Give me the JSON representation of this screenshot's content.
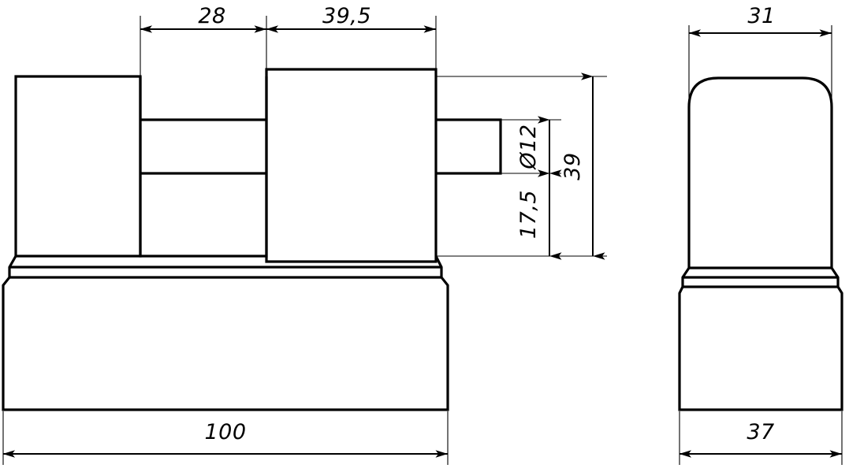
{
  "drawing": {
    "title": "Mechanical part orthographic drawing",
    "view_count": 2,
    "line_color": "#000000",
    "background_color": "#ffffff",
    "units": "mm"
  },
  "views": {
    "front": {
      "name": "front-elevation-view",
      "dimensions": {
        "top_left": {
          "label": "28",
          "value": 28,
          "orientation": "horizontal"
        },
        "top_right": {
          "label": "39,5",
          "value": 39.5,
          "orientation": "horizontal"
        },
        "bottom": {
          "label": "100",
          "value": 100,
          "orientation": "horizontal"
        },
        "boss_diameter": {
          "label": "Ø12",
          "value": 12,
          "orientation": "vertical"
        },
        "boss_height": {
          "label": "17,5",
          "value": 17.5,
          "orientation": "vertical"
        },
        "overall_height": {
          "label": "39",
          "value": 39,
          "orientation": "vertical"
        }
      }
    },
    "side": {
      "name": "side-elevation-view",
      "dimensions": {
        "top": {
          "label": "31",
          "value": 31,
          "orientation": "horizontal"
        },
        "bottom": {
          "label": "37",
          "value": 37,
          "orientation": "horizontal"
        }
      }
    }
  },
  "dimension_values": {
    "d_28": "28",
    "d_39_5": "39,5",
    "d_100": "100",
    "d_phi12": "Ø12",
    "d_17_5": "17,5",
    "d_39": "39",
    "d_31": "31",
    "d_37": "37"
  }
}
